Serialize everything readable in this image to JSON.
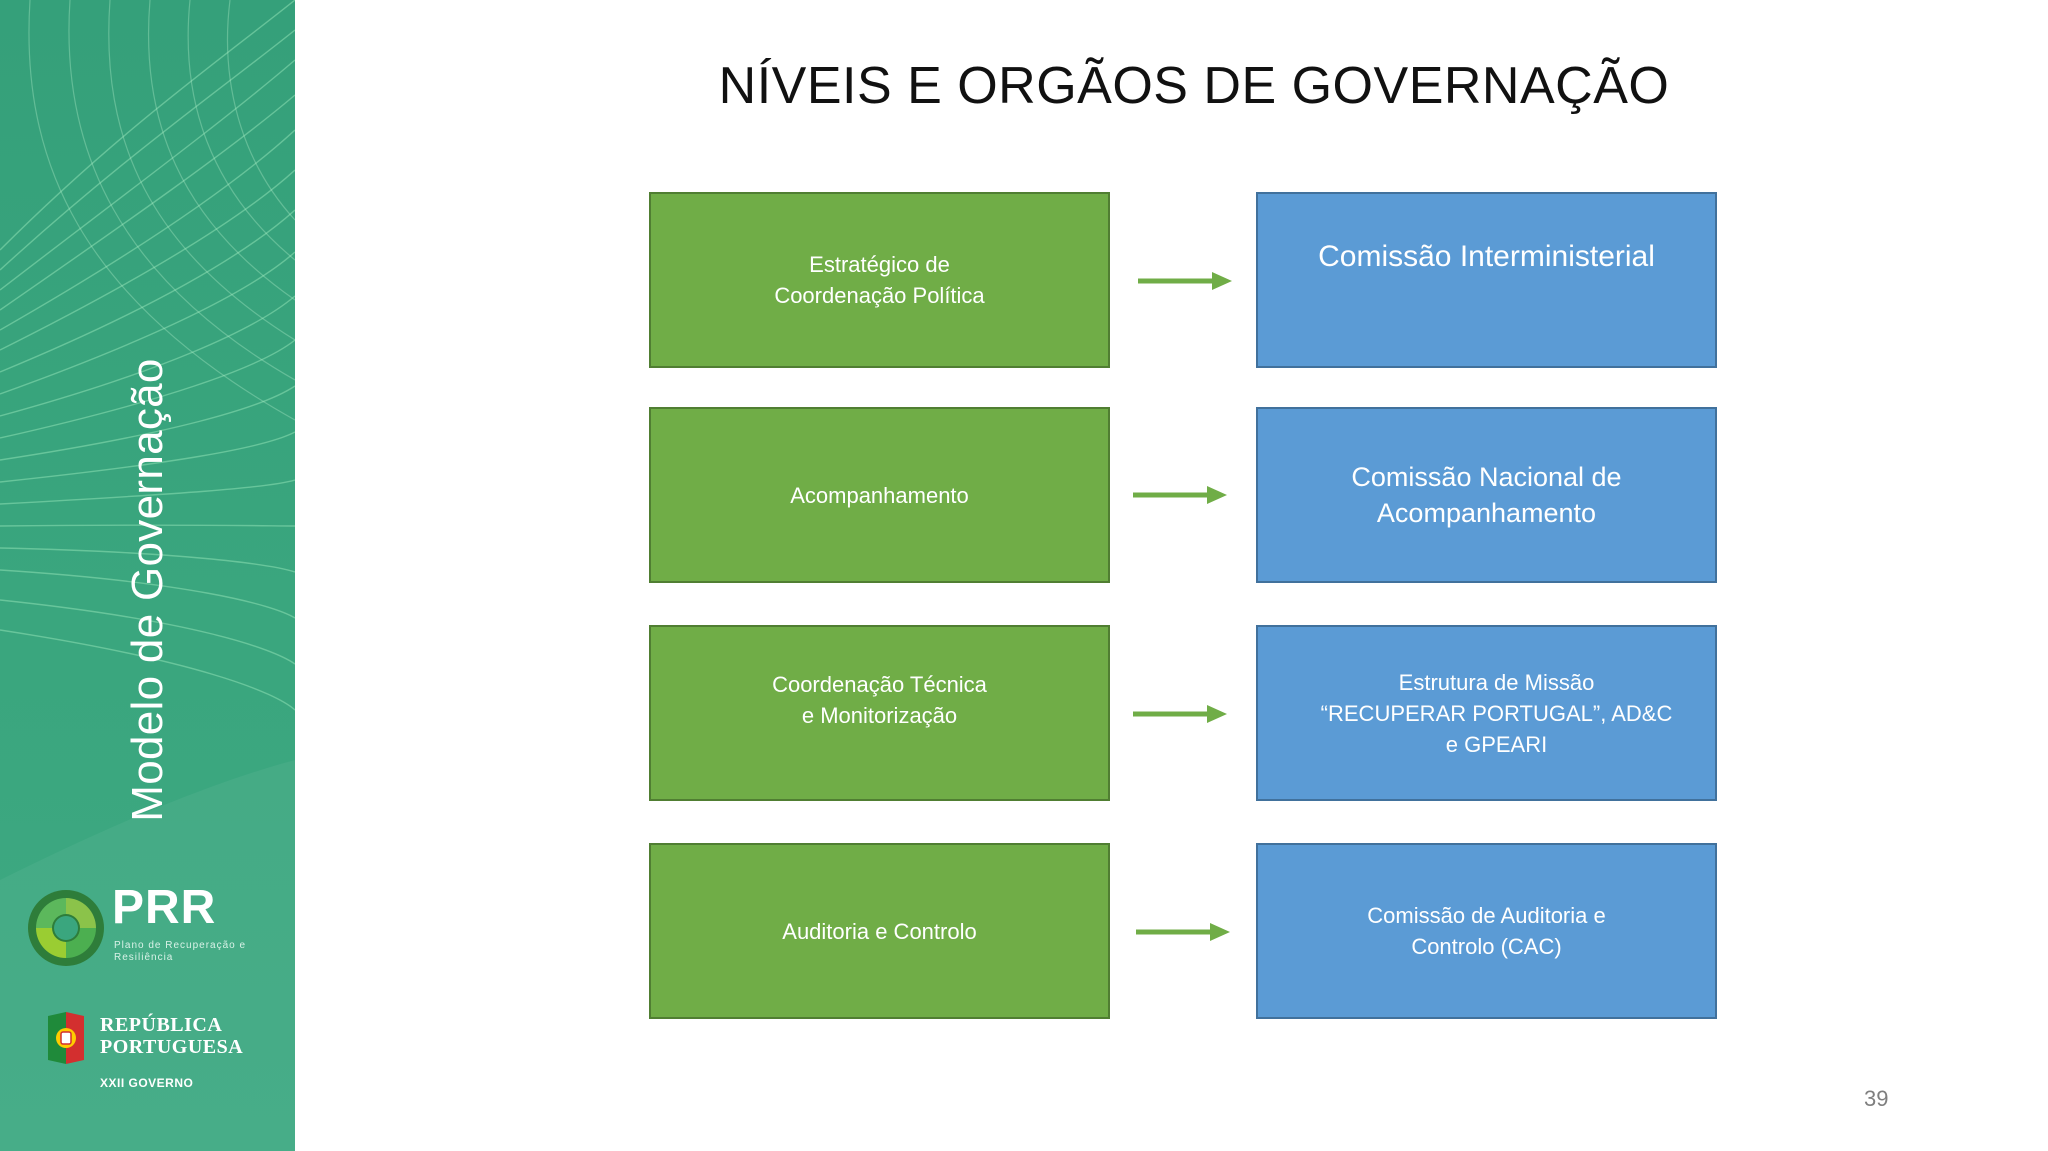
{
  "sidebar": {
    "title": "Modelo de Governação",
    "prr_logo": {
      "acronym": "PRR",
      "subtitle": "Plano de Recuperação e Resiliência"
    },
    "republic_logo": {
      "line1": "REPÚBLICA",
      "line2": "PORTUGUESA",
      "government": "XXII GOVERNO"
    },
    "background_color": "#3aa67e"
  },
  "page": {
    "title": "NÍVEIS E ORGÃOS DE GOVERNAÇÃO",
    "number": "39"
  },
  "diagram": {
    "level_color": "#70ad47",
    "body_color": "#5b9bd5",
    "arrow_color": "#70ad47",
    "rows": [
      {
        "level": "Estratégico de\nCoordenação Política",
        "body": "Comissão Interministerial"
      },
      {
        "level": "Acompanhamento",
        "body": "Comissão Nacional de\nAcompanhamento"
      },
      {
        "level": "Coordenação Técnica\ne Monitorização",
        "body": "Estrutura de Missão\n“RECUPERAR PORTUGAL”, AD&C\ne GPEARI"
      },
      {
        "level": "Auditoria e Controlo",
        "body": "Comissão de Auditoria e\nControlo (CAC)"
      }
    ]
  }
}
